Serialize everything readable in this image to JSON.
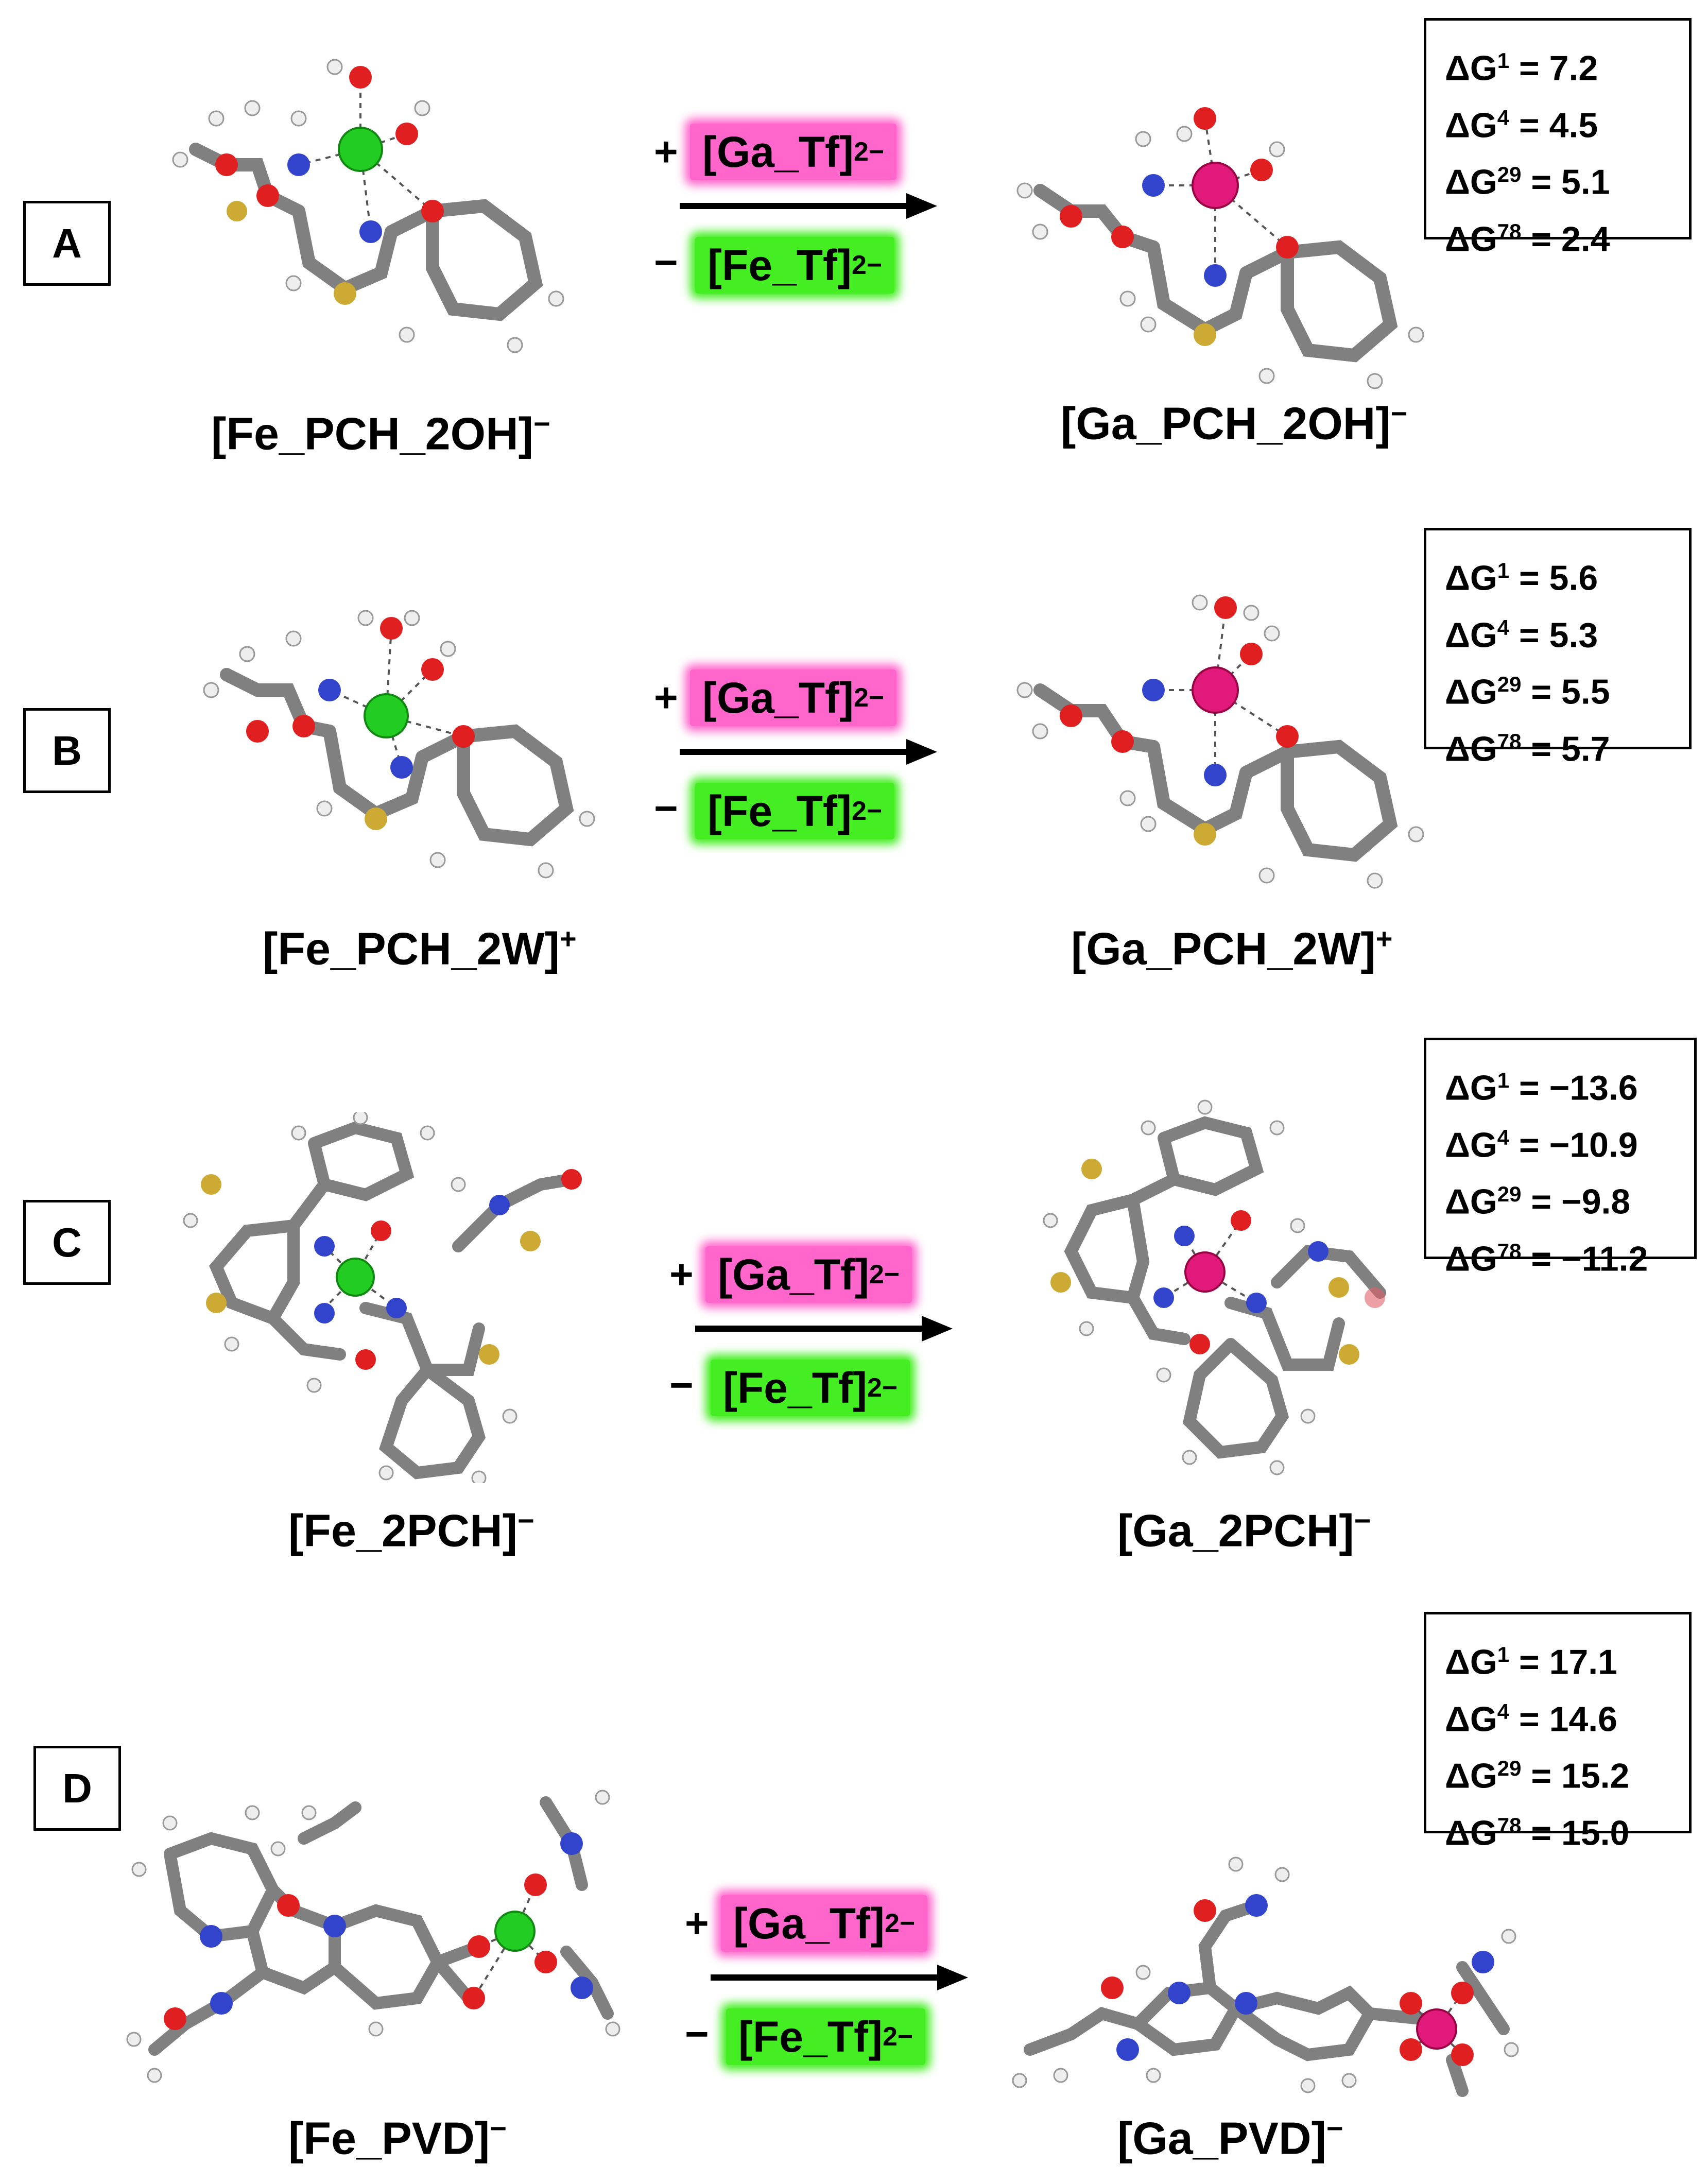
{
  "colors": {
    "ga_box": "#ff66cc",
    "fe_box": "#44ee22",
    "fe_atom": "#22cc22",
    "ga_atom": "#e0197a",
    "carbon": "#808080",
    "oxygen": "#e02020",
    "nitrogen": "#3344cc",
    "sulfur": "#ccaa33",
    "hydrogen": "#eeeeee"
  },
  "reaction": {
    "plus_sign": "+",
    "minus_sign": "−",
    "ga_species": "[Ga_Tf]",
    "ga_charge": "2−",
    "fe_species": "[Fe_Tf]",
    "fe_charge": "2−"
  },
  "energy_labels": {
    "symbol": "ΔG",
    "sup1": "1",
    "sup2": "4",
    "sup3": "29",
    "sup4": "78"
  },
  "panels": [
    {
      "letter": "A",
      "left_label": "[Fe_PCH_2OH]",
      "left_charge": "−",
      "right_label": "[Ga_PCH_2OH]",
      "right_charge": "−",
      "energies": [
        "= 7.2",
        "= 4.5",
        "= 5.1",
        "= 2.4"
      ]
    },
    {
      "letter": "B",
      "left_label": "[Fe_PCH_2W]",
      "left_charge": "+",
      "right_label": "[Ga_PCH_2W]",
      "right_charge": "+",
      "energies": [
        "= 5.6",
        "= 5.3",
        "= 5.5",
        "= 5.7"
      ]
    },
    {
      "letter": "C",
      "left_label": "[Fe_2PCH]",
      "left_charge": "−",
      "right_label": "[Ga_2PCH]",
      "right_charge": "−",
      "energies": [
        "= −13.6",
        "= −10.9",
        "= −9.8",
        "= −11.2"
      ]
    },
    {
      "letter": "D",
      "left_label": "[Fe_PVD]",
      "left_charge": "−",
      "right_label": "[Ga_PVD]",
      "right_charge": "−",
      "energies": [
        "= 17.1",
        "= 14.6",
        "= 15.2",
        "= 15.0"
      ]
    }
  ]
}
